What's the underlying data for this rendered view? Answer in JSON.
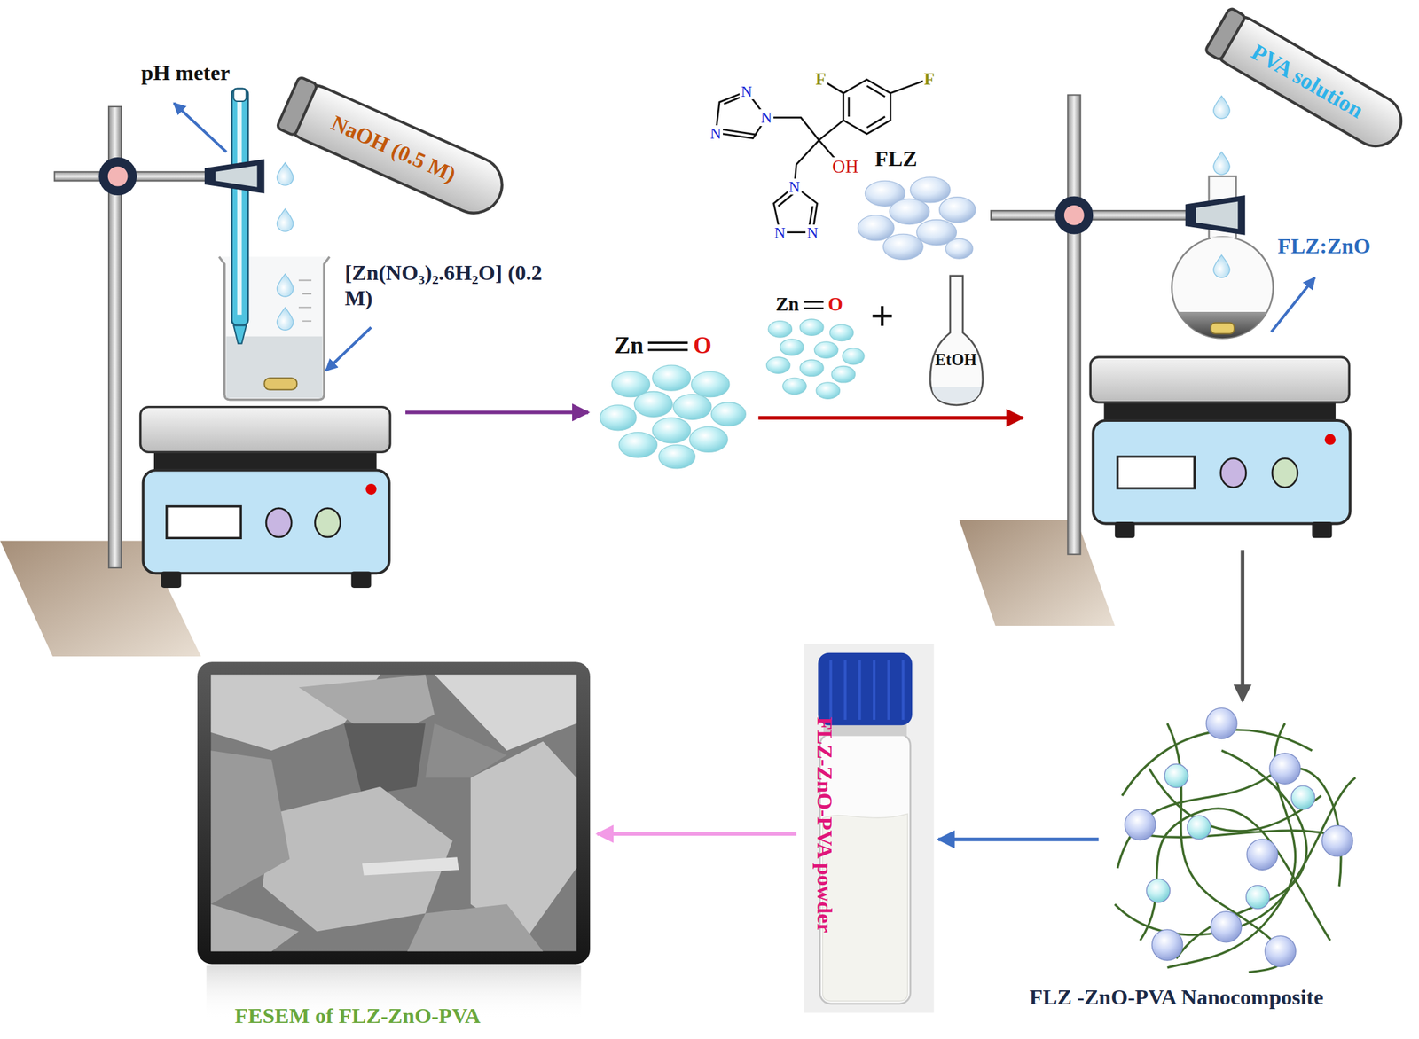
{
  "diagram": {
    "nodes": [
      {
        "text": [
          "NaOH (0.5 M)"
        ]
      },
      {
        "text": [
          "[Zn(NO₃)₂.6H₂O] (0.2 M)"
        ]
      },
      {
        "text": [
          "Zn",
          "O"
        ]
      },
      {
        "text": [
          "Zn",
          "O"
        ]
      },
      {
        "text": [
          "EtOH"
        ]
      },
      {
        "text": [
          "PVA solution"
        ]
      },
      {
        "text": [
          "FLZ:ZnO"
        ]
      },
      {
        "text": [
          "FLZ -ZnO-PVA Nanocomposite"
        ]
      },
      {
        "text": [
          "FLZ-ZnO-PVA powder"
        ]
      },
      {
        "text": [
          "FESEM of FLZ-ZnO-PVA"
        ]
      }
    ],
    "edges": [
      {
        "from": 1,
        "to": 2,
        "arrow": "to"
      },
      {
        "from": 2,
        "to": 6,
        "arrow": "to"
      },
      {
        "from": 6,
        "to": 7,
        "arrow": "to"
      },
      {
        "from": 7,
        "to": 8,
        "arrow": "to"
      },
      {
        "from": 8,
        "to": 9,
        "arrow": "to"
      }
    ],
    "labels": [
      "pH meter",
      "N",
      "N",
      "N",
      "F",
      "F",
      "OH",
      "FLZ",
      "N",
      "N",
      "N",
      "+"
    ]
  }
}
